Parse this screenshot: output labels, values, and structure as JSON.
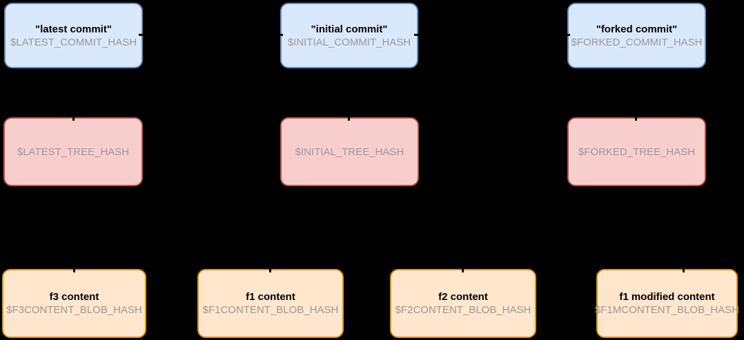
{
  "diagram": {
    "background": "#000000",
    "commits": [
      {
        "title": "\"latest commit\"",
        "hash": "$LATEST_COMMIT_HASH"
      },
      {
        "title": "\"initial commit\"",
        "hash": "$INITIAL_COMMIT_HASH"
      },
      {
        "title": "\"forked commit\"",
        "hash": "$FORKED_COMMIT_HASH"
      }
    ],
    "trees": [
      {
        "hash": "$LATEST_TREE_HASH"
      },
      {
        "hash": "$INITIAL_TREE_HASH"
      },
      {
        "hash": "$FORKED_TREE_HASH"
      }
    ],
    "blobs": [
      {
        "title": "f3 content",
        "hash": "$F3CONTENT_BLOB_HASH"
      },
      {
        "title": "f1 content",
        "hash": "$F1CONTENT_BLOB_HASH"
      },
      {
        "title": "f2 content",
        "hash": "$F2CONTENT_BLOB_HASH"
      },
      {
        "title": "f1 modified content",
        "hash": "$F1MCONTENT_BLOB_HASH"
      }
    ],
    "colors": {
      "commit_fill": "#dae8fc",
      "commit_border": "#6c8ebf",
      "tree_fill": "#f8cecc",
      "tree_border": "#b85450",
      "blob_fill": "#ffe6cc",
      "blob_border": "#d79b00",
      "title_text": "#000000",
      "hash_text": "#999999"
    }
  }
}
